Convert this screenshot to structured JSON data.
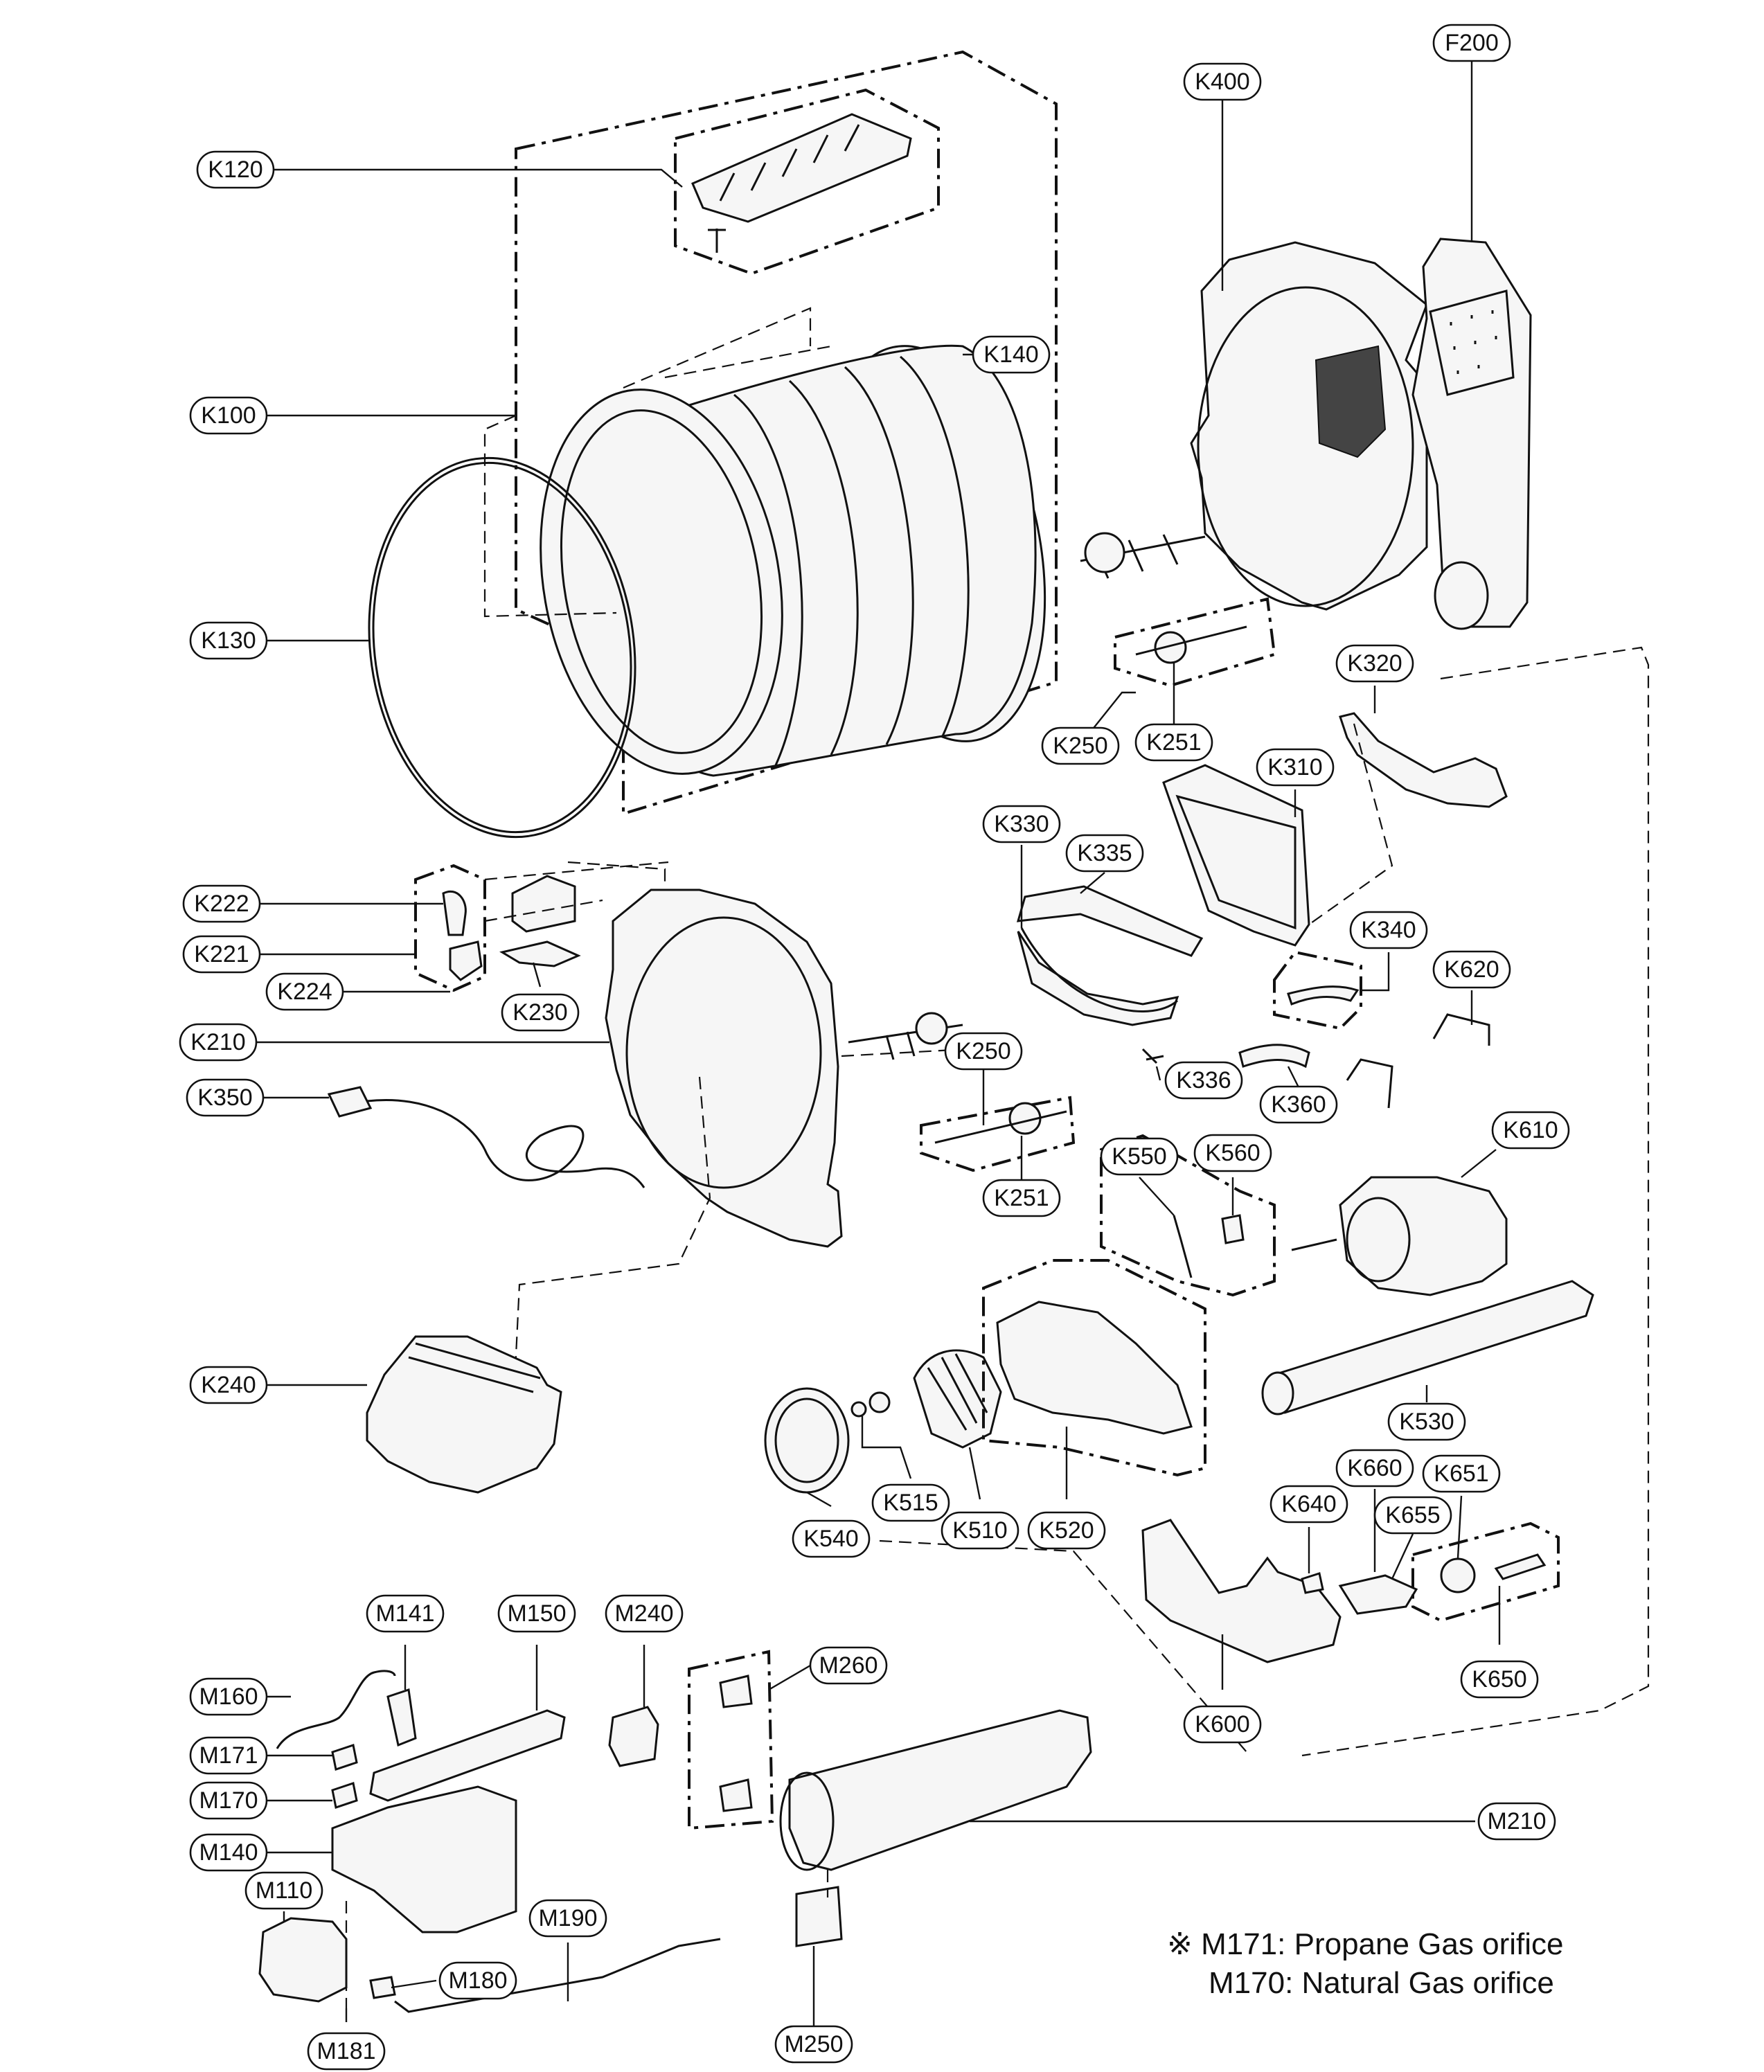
{
  "callouts": [
    {
      "id": "K120",
      "label": "K120"
    },
    {
      "id": "K100",
      "label": "K100"
    },
    {
      "id": "K130",
      "label": "K130"
    },
    {
      "id": "K140",
      "label": "K140"
    },
    {
      "id": "K400",
      "label": "K400"
    },
    {
      "id": "F200",
      "label": "F200"
    },
    {
      "id": "K250a",
      "label": "K250"
    },
    {
      "id": "K251a",
      "label": "K251"
    },
    {
      "id": "K320",
      "label": "K320"
    },
    {
      "id": "K310",
      "label": "K310"
    },
    {
      "id": "K330",
      "label": "K330"
    },
    {
      "id": "K335",
      "label": "K335"
    },
    {
      "id": "K340",
      "label": "K340"
    },
    {
      "id": "K620",
      "label": "K620"
    },
    {
      "id": "K222",
      "label": "K222"
    },
    {
      "id": "K221",
      "label": "K221"
    },
    {
      "id": "K224",
      "label": "K224"
    },
    {
      "id": "K230",
      "label": "K230"
    },
    {
      "id": "K210",
      "label": "K210"
    },
    {
      "id": "K350",
      "label": "K350"
    },
    {
      "id": "K250b",
      "label": "K250"
    },
    {
      "id": "K251b",
      "label": "K251"
    },
    {
      "id": "K336",
      "label": "K336"
    },
    {
      "id": "K360",
      "label": "K360"
    },
    {
      "id": "K610",
      "label": "K610"
    },
    {
      "id": "K550",
      "label": "K550"
    },
    {
      "id": "K560",
      "label": "K560"
    },
    {
      "id": "K240",
      "label": "K240"
    },
    {
      "id": "K530",
      "label": "K530"
    },
    {
      "id": "K515",
      "label": "K515"
    },
    {
      "id": "K540",
      "label": "K540"
    },
    {
      "id": "K510",
      "label": "K510"
    },
    {
      "id": "K520",
      "label": "K520"
    },
    {
      "id": "K660",
      "label": "K660"
    },
    {
      "id": "K651",
      "label": "K651"
    },
    {
      "id": "K640",
      "label": "K640"
    },
    {
      "id": "K655",
      "label": "K655"
    },
    {
      "id": "K600",
      "label": "K600"
    },
    {
      "id": "K650",
      "label": "K650"
    },
    {
      "id": "M141",
      "label": "M141"
    },
    {
      "id": "M150",
      "label": "M150"
    },
    {
      "id": "M240",
      "label": "M240"
    },
    {
      "id": "M260",
      "label": "M260"
    },
    {
      "id": "M160",
      "label": "M160"
    },
    {
      "id": "M171",
      "label": "M171"
    },
    {
      "id": "M170",
      "label": "M170"
    },
    {
      "id": "M140",
      "label": "M140"
    },
    {
      "id": "M110",
      "label": "M110"
    },
    {
      "id": "M210",
      "label": "M210"
    },
    {
      "id": "M190",
      "label": "M190"
    },
    {
      "id": "M180",
      "label": "M180"
    },
    {
      "id": "M181",
      "label": "M181"
    },
    {
      "id": "M250",
      "label": "M250"
    }
  ],
  "notes": {
    "line1": "※ M171: Propane Gas orifice",
    "line2": "M170: Natural Gas orifice"
  },
  "colors": {
    "ink": "#111111",
    "background": "#ffffff"
  }
}
